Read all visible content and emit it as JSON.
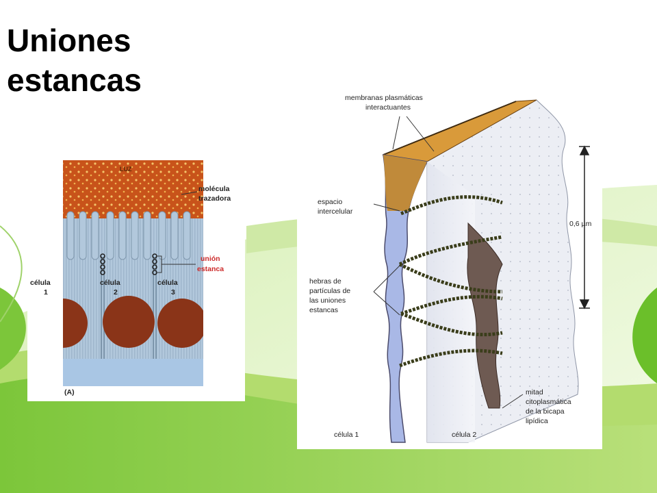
{
  "slide": {
    "title_line1": "Uniones",
    "title_line2": "estancas"
  },
  "panel_a": {
    "luz_label": "LUZ",
    "tracer_label_line1": "molécula",
    "tracer_label_line2": "trazadora",
    "junction_label_line1": "unión",
    "junction_label_line2": "estanca",
    "cell1_line1": "célula",
    "cell1_line2": "1",
    "cell2_line1": "célula",
    "cell2_line2": "2",
    "cell3_line1": "célula",
    "cell3_line2": "3",
    "panel_letter": "(A)"
  },
  "panel_b": {
    "membranes_label_line1": "membranas plasmáticas",
    "membranes_label_line2": "interactuantes",
    "space_label_line1": "espacio",
    "space_label_line2": "intercelular",
    "strands_label_line1": "hebras de",
    "strands_label_line2": "partículas de",
    "strands_label_line3": "las uniones",
    "strands_label_line4": "estancas",
    "scale_label": "0,6 µm",
    "half_label_line1": "mitad",
    "half_label_line2": "citoplasmática",
    "half_label_line3": "de la bicapa",
    "half_label_line4": "lipídica",
    "cell1_label": "célula 1",
    "cell2_label": "célula 2"
  },
  "colors": {
    "accent_green": "#6bbf2a",
    "lumen_orange": "#c8531a",
    "cytoplasm_blue": "#aac4dc",
    "nucleus_brown": "#8a3418",
    "label_red": "#cc2a2a",
    "strand_dark_green": "#3a3d1a",
    "space_orange": "#d99a3a"
  }
}
